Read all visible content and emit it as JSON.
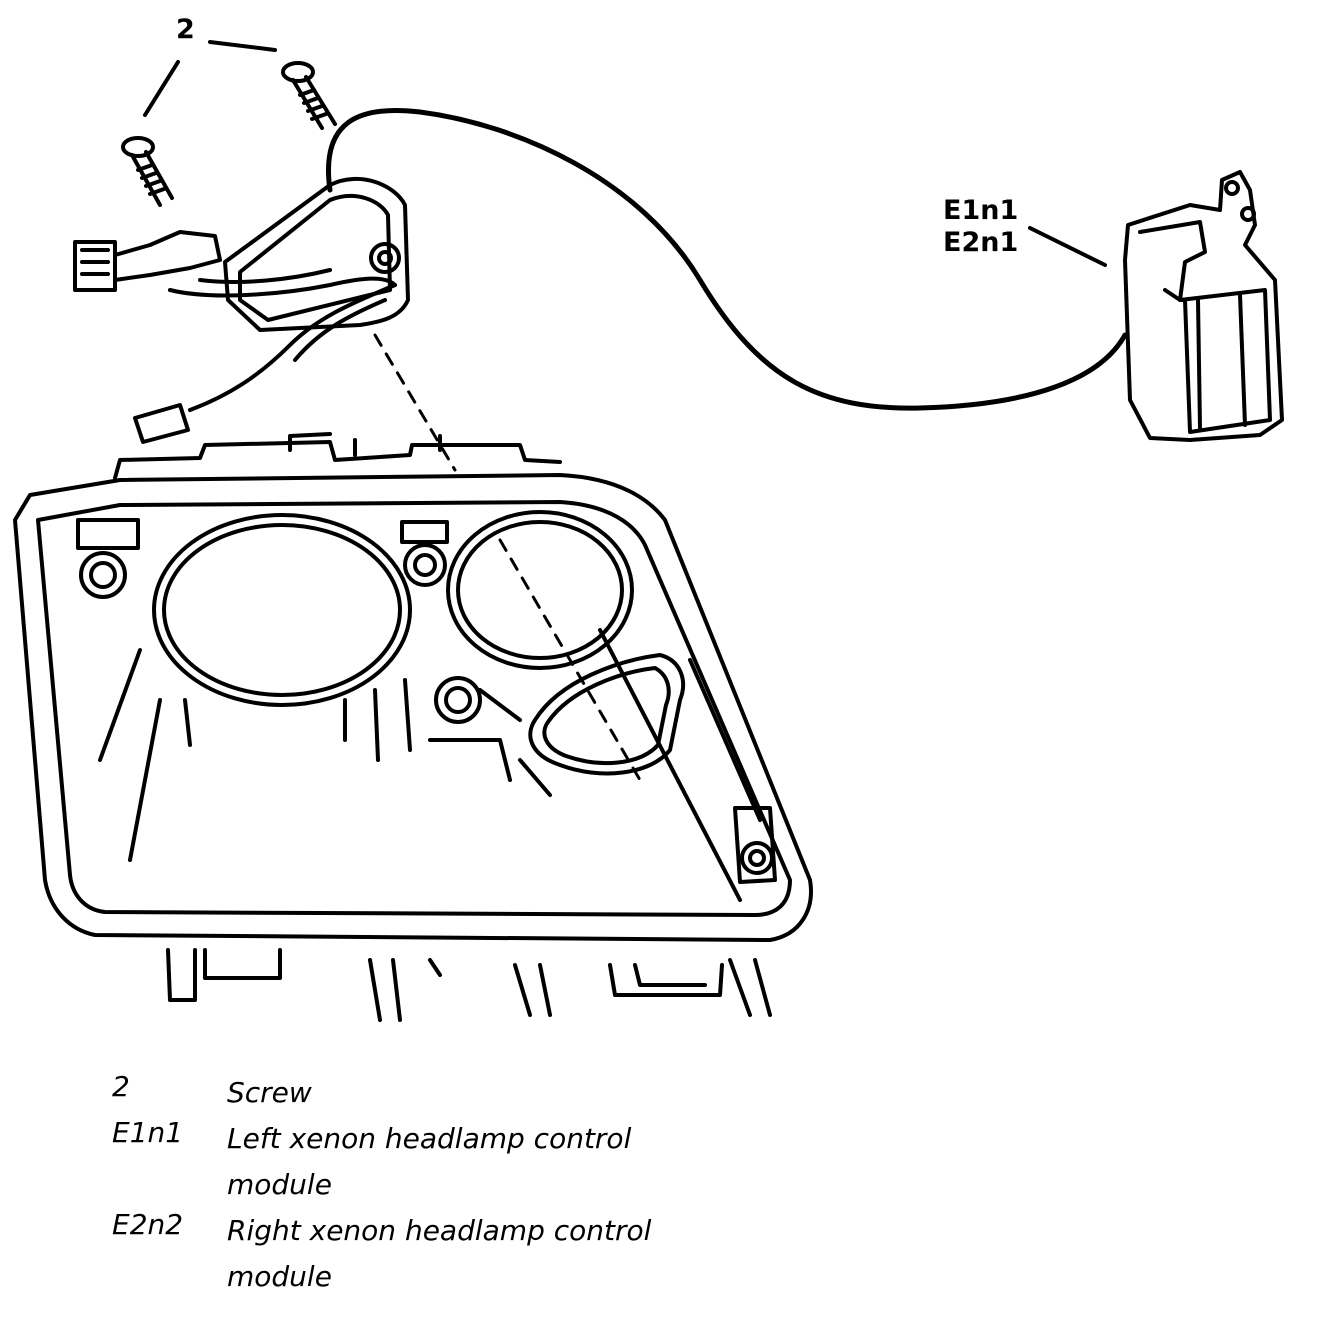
{
  "callouts": {
    "screw": "2",
    "module_line1": "E1n1",
    "module_line2": "E2n1"
  },
  "legend": [
    {
      "code": "2",
      "lines": [
        "Screw"
      ]
    },
    {
      "code": "E1n1",
      "lines": [
        "Left xenon headlamp control",
        "module"
      ]
    },
    {
      "code": "E2n2",
      "lines": [
        "Right xenon headlamp control",
        "module"
      ]
    }
  ],
  "colors": {
    "ink": "#000000",
    "background": "#ffffff"
  }
}
